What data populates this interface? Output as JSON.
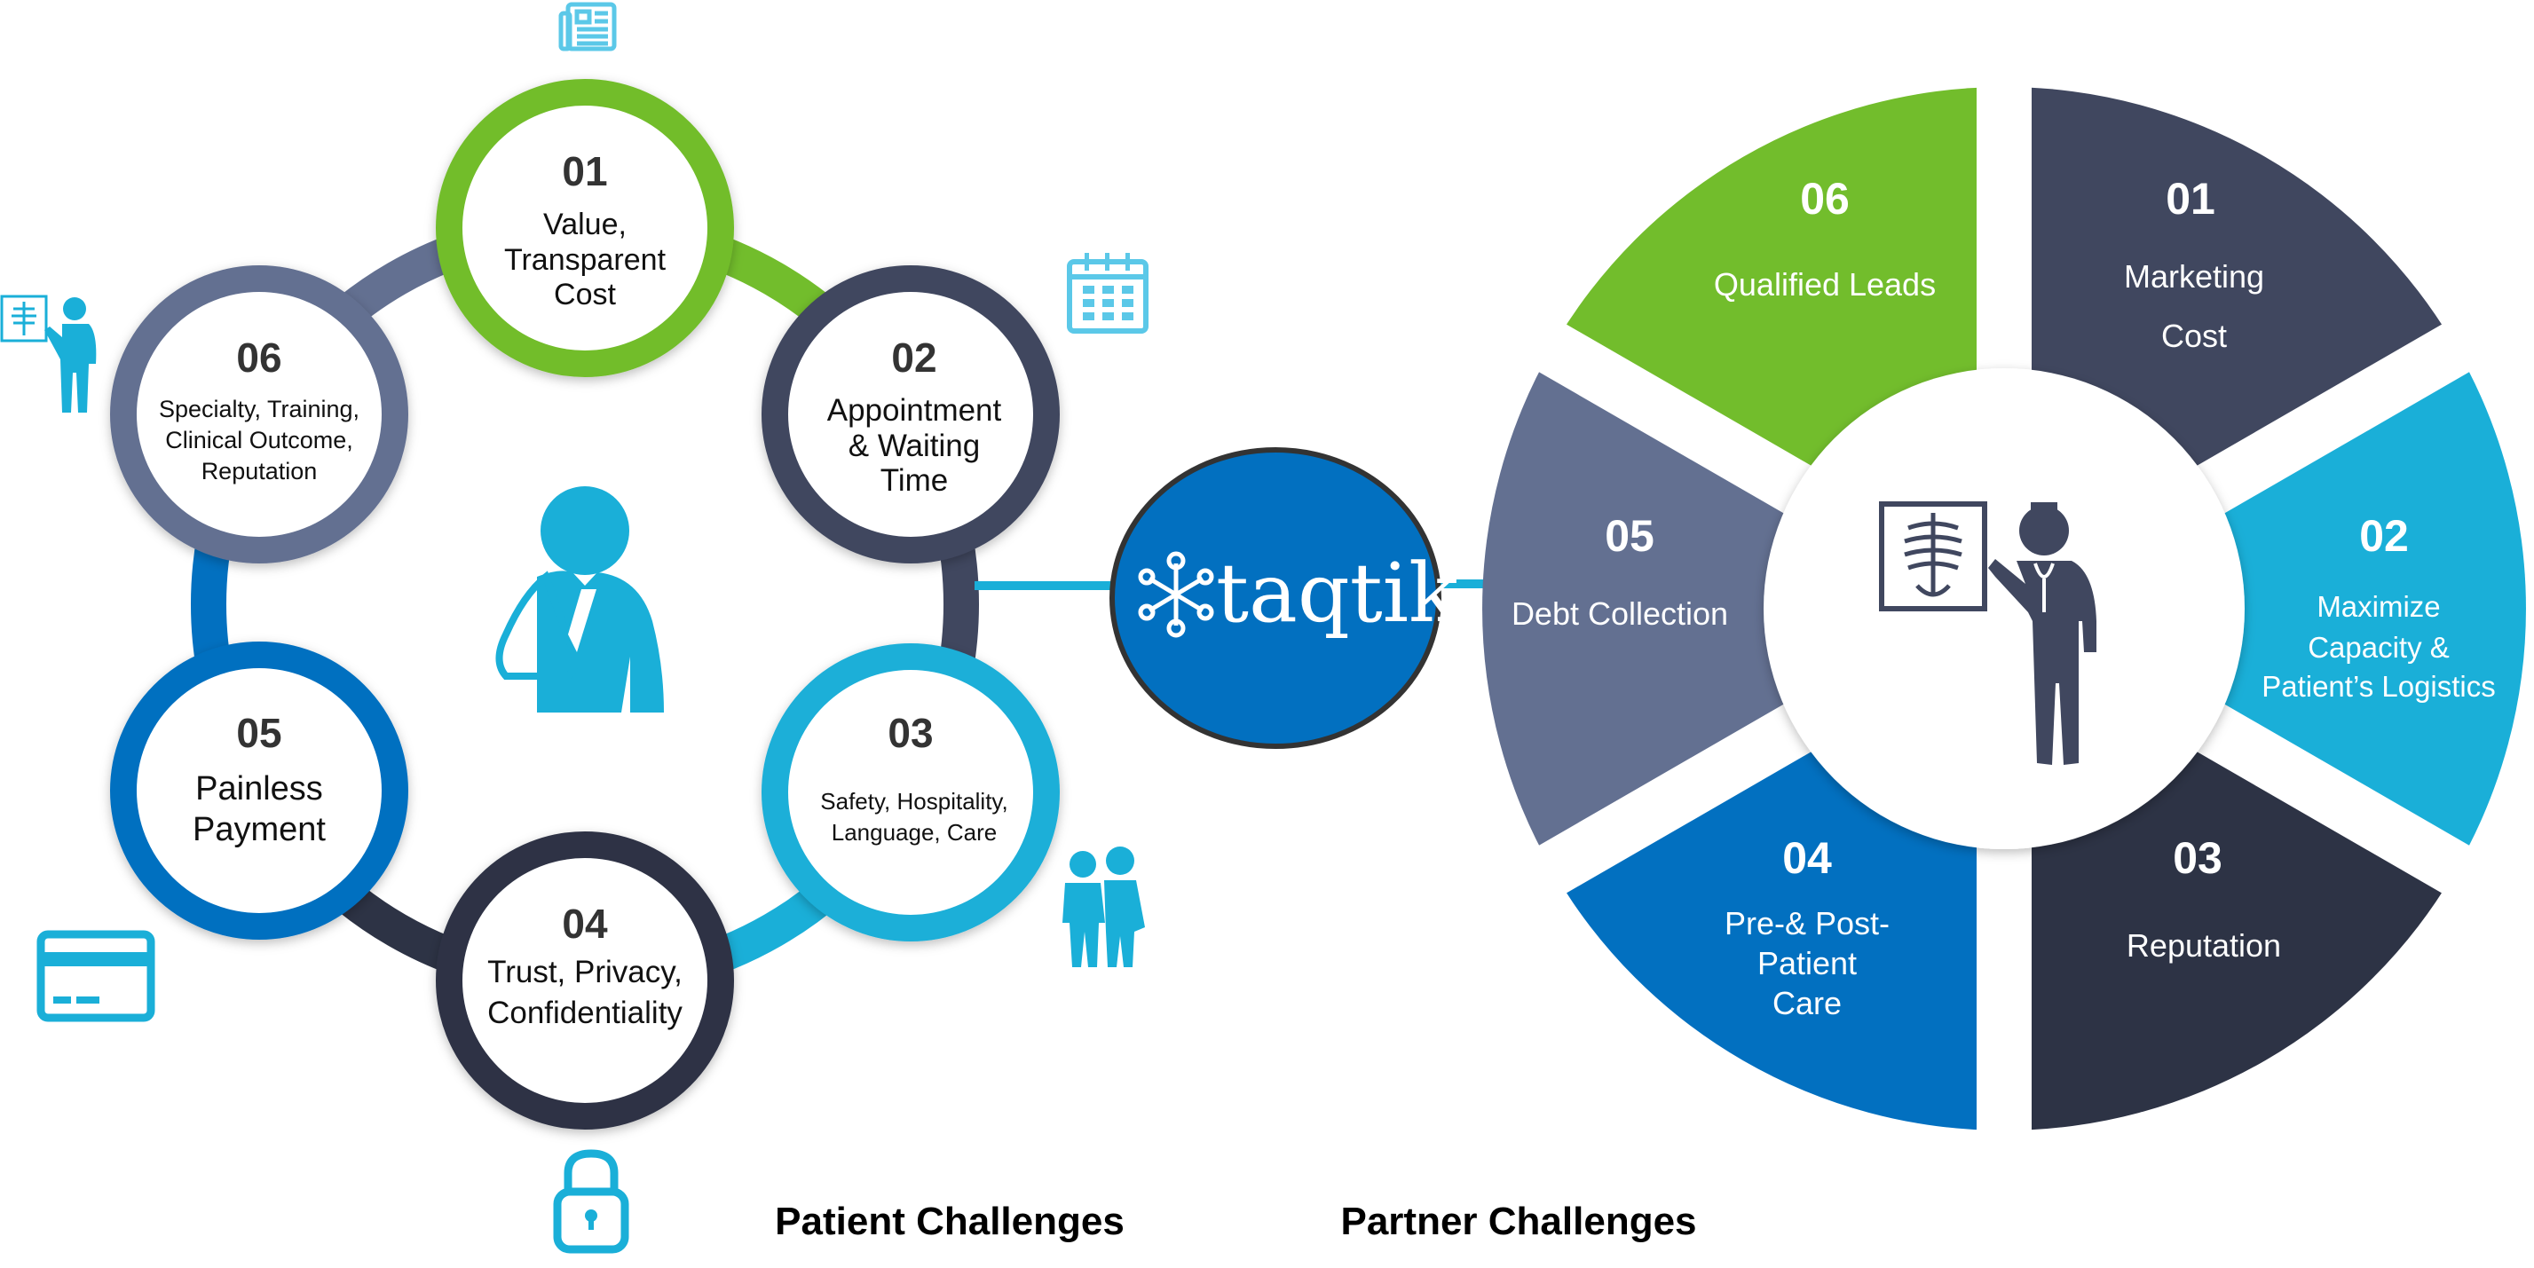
{
  "patient": {
    "title": "Patient Challenges",
    "items": [
      {
        "num": "01",
        "lines": [
          "Value,",
          "Transparent",
          "Cost"
        ]
      },
      {
        "num": "02",
        "lines": [
          "Appointment",
          "& Waiting",
          "Time"
        ]
      },
      {
        "num": "03",
        "lines": [
          "Safety, Hospitality,",
          "Language, Care"
        ]
      },
      {
        "num": "04",
        "lines": [
          "Trust, Privacy,",
          "Confidentiality"
        ]
      },
      {
        "num": "05",
        "lines": [
          "Painless",
          "Payment"
        ]
      },
      {
        "num": "06",
        "lines": [
          "Specialty, Training,",
          "Clinical Outcome,",
          "Reputation"
        ]
      }
    ]
  },
  "hub": {
    "logo_text": "taqtik"
  },
  "partner": {
    "title": "Partner Challenges",
    "items": [
      {
        "num": "01",
        "lines": [
          "Marketing",
          "Cost"
        ]
      },
      {
        "num": "02",
        "lines": [
          "Maximize",
          "Capacity &",
          "Patient’s Logistics"
        ]
      },
      {
        "num": "03",
        "lines": [
          "Reputation"
        ]
      },
      {
        "num": "04",
        "lines": [
          "Pre-& Post-",
          "Patient",
          "Care"
        ]
      },
      {
        "num": "05",
        "lines": [
          "Debt Collection"
        ]
      },
      {
        "num": "06",
        "lines": [
          "Qualified Leads"
        ]
      }
    ]
  },
  "colors": {
    "green": "#72bd2c",
    "slate": "#40475f",
    "cyan": "#1aafd8",
    "navy": "#2d3345",
    "blue": "#0270c0",
    "gray_blue": "#637091",
    "icon": "#1aafd8"
  }
}
